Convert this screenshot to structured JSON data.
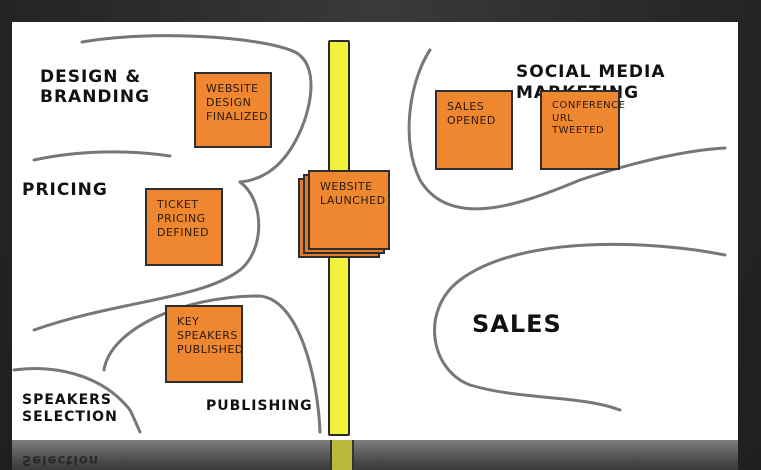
{
  "board": {
    "zones": {
      "design_branding": "Design & Branding",
      "pricing": "Pricing",
      "speakers_selection": "Speakers Selection",
      "publishing": "Publishing",
      "social_media_marketing": "Social Media Marketing",
      "sales": "Sales"
    },
    "stickies": {
      "website_design": "Website\nDesign\nFinalized",
      "ticket_pricing": "Ticket\nPricing\nDefined",
      "key_speakers": "Key\nSpeakers\nPublished",
      "website_launched": "Website\nLaunched",
      "sales_opened": "Sales\nOpened",
      "conference_url": "Conference\nURL\nTweeted"
    },
    "reflection_text": "Selection"
  },
  "colors": {
    "sticky": "#ef8630",
    "pole": "#f2f13d",
    "board": "#ffffff",
    "frame": "#262626"
  }
}
